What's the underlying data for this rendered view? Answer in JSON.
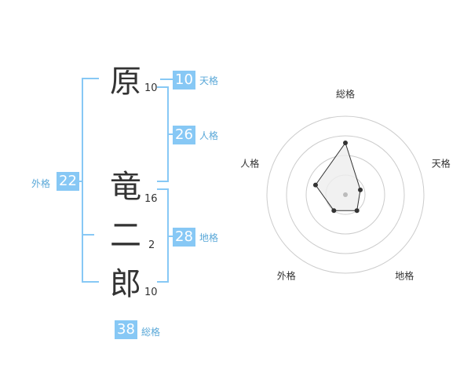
{
  "name": {
    "chars": [
      {
        "char": "原",
        "strokes": "10"
      },
      {
        "char": "竜",
        "strokes": "16"
      },
      {
        "char": "二",
        "strokes": "2"
      },
      {
        "char": "郎",
        "strokes": "10"
      }
    ]
  },
  "kaku": {
    "tenkaku": {
      "value": "10",
      "label": "天格"
    },
    "jinkaku": {
      "value": "26",
      "label": "人格"
    },
    "chikaku": {
      "value": "28",
      "label": "地格"
    },
    "gaikaku": {
      "value": "22",
      "label": "外格"
    },
    "soukaku": {
      "value": "38",
      "label": "総格"
    }
  },
  "chart_data": {
    "type": "radar",
    "axes": [
      "総格",
      "天格",
      "地格",
      "外格",
      "人格"
    ],
    "values": [
      0.66,
      0.2,
      0.25,
      0.25,
      0.4
    ],
    "rings": 4,
    "colors": {
      "fill": "#eeeeee",
      "line": "#333333",
      "ring": "#cccccc",
      "center": "#bbbbbb"
    }
  }
}
